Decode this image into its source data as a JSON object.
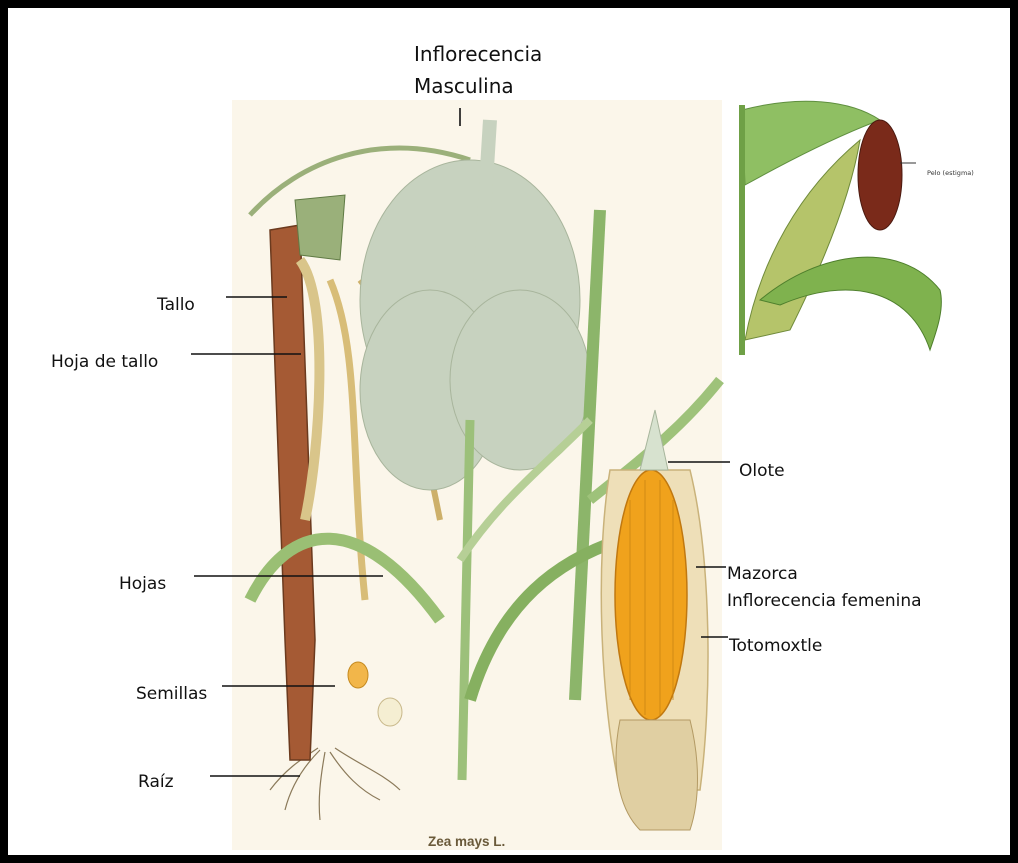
{
  "labels": {
    "male_inflorescence": "Inflorecencia",
    "male_inflorescence_2": "Masculina",
    "tallo": "Tallo",
    "hoja_de_tallo": "Hoja de tallo",
    "hojas": "Hojas",
    "semillas": "Semillas",
    "raiz": "Raíz",
    "olote": "Olote",
    "mazorca": "Mazorca",
    "female_inflorescence": "Inflorecencia femenina",
    "totomoxtle": "Totomoxtle",
    "pelo": "Pelo (estigma)"
  },
  "caption": "Zea mays L.",
  "colors": {
    "border": "#000000",
    "stalk": "#8b4a2a",
    "leaf": "#8fb06a",
    "tassel": "#c9d3c0",
    "cob": "#f0a21c",
    "husk": "#e8d9b0",
    "silk": "#7a2a1a"
  }
}
